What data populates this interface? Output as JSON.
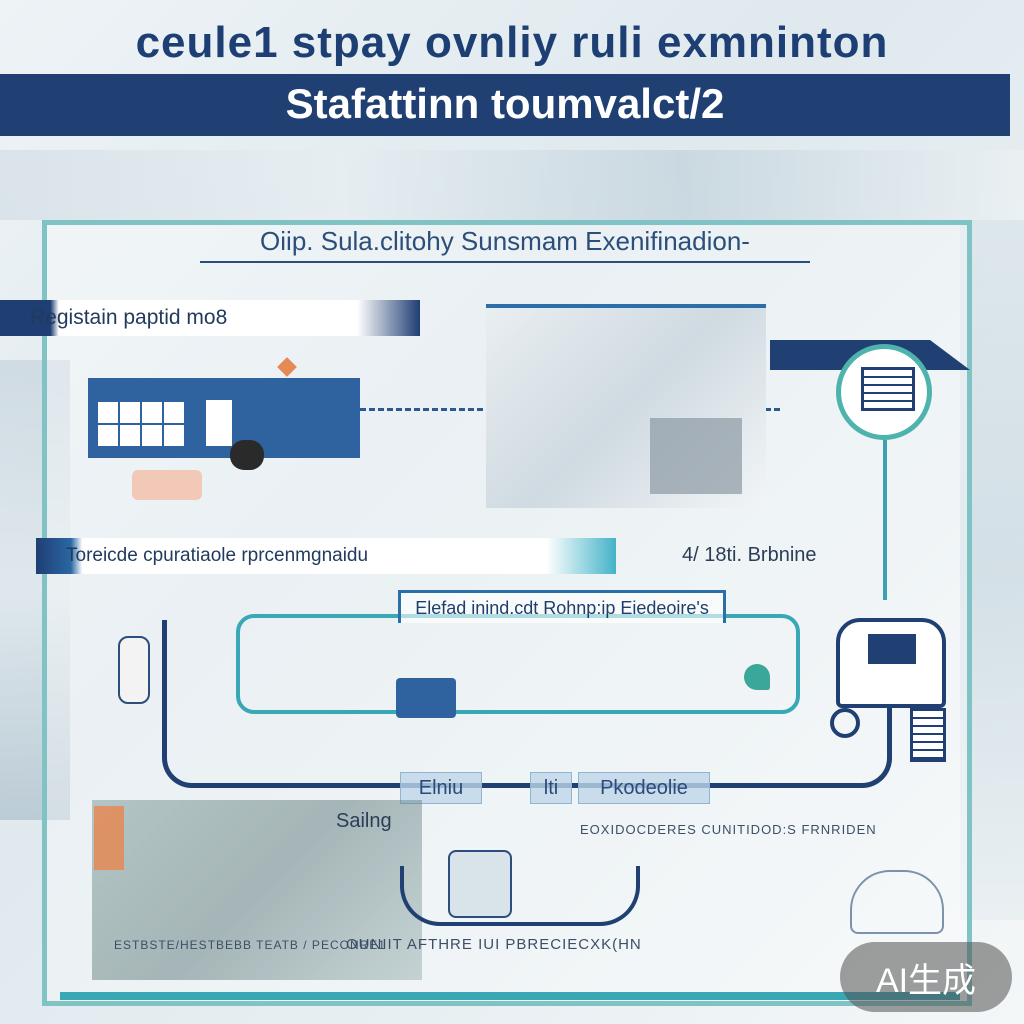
{
  "header": {
    "top_title": "ceule1 stpay ovnliy ruli exmninton",
    "band_title": "Stafattinn toumvalct/2"
  },
  "diagram": {
    "subtitle": "Oiip. Sula.clitohy Sunsmam Exenifinadion-",
    "section1_label": "Registain paptid mo8",
    "section2_label": "Toreicde cpuratiaole rprcenmgnaidu",
    "section2_side_label": "4/ 18ti. Brbnine",
    "flow_label": "Elefad inind.cdt Rohnp:ip Eiedeoire's",
    "pills": {
      "left": "Elniu",
      "mid": "lti",
      "right": "Pkodeolie"
    },
    "lower_label": "Sailng",
    "lower_right_caption": "EOXIDOCDERES CUNITIDOD:S FRNRIDEN",
    "bottom_caption": "OUNIIT AFTHRE  IUI  PBRECIECXK(HN",
    "bottom_left_caption": "ESTBSTE/HESTBEBB TEATB / PECONRE1"
  },
  "badge": {
    "label": "AI生成"
  },
  "colors": {
    "navy": "#203f72",
    "teal": "#7fc3c5",
    "blue": "#2b6ea8",
    "accent_orange": "#e58a55"
  }
}
